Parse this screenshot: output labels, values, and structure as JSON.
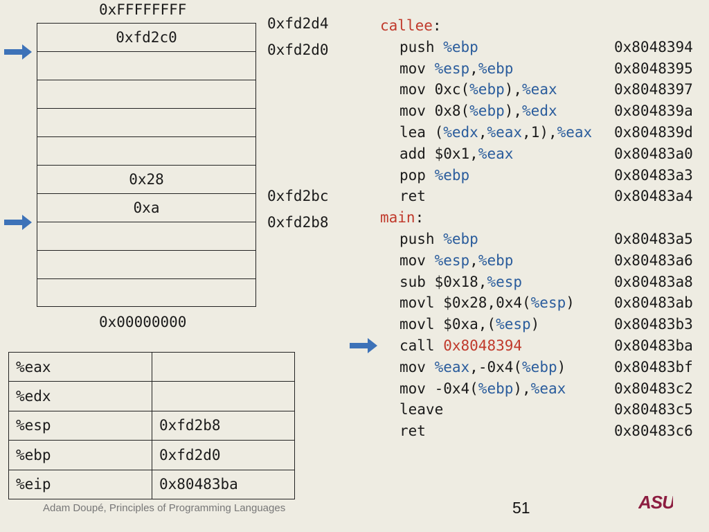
{
  "stack": {
    "top_label": "0xFFFFFFFF",
    "bottom_label": "0x00000000",
    "cells": [
      "0xfd2c0",
      "",
      "",
      "",
      "",
      "0x28",
      "0xa",
      "",
      "",
      ""
    ],
    "addresses": [
      {
        "text": "0xfd2d4"
      },
      {
        "text": "0xfd2d0"
      },
      {
        "text": "0xfd2bc"
      },
      {
        "text": "0xfd2b8"
      }
    ]
  },
  "registers": [
    {
      "name": "%eax",
      "value": ""
    },
    {
      "name": "%edx",
      "value": ""
    },
    {
      "name": "%esp",
      "value": "0xfd2b8"
    },
    {
      "name": "%ebp",
      "value": "0xfd2d0"
    },
    {
      "name": "%eip",
      "value": "0x80483ba"
    }
  ],
  "code": [
    {
      "label": "callee",
      "addr": ""
    },
    {
      "op": "push",
      "parts": [
        " ",
        {
          "r": "%ebp"
        }
      ],
      "addr": "0x8048394"
    },
    {
      "op": "mov",
      "parts": [
        " ",
        {
          "r": "%esp"
        },
        ",",
        {
          "r": "%ebp"
        }
      ],
      "addr": "0x8048395"
    },
    {
      "op": "mov",
      "parts": [
        " 0xc(",
        {
          "r": "%ebp"
        },
        "),",
        {
          "r": "%eax"
        }
      ],
      "addr": "0x8048397"
    },
    {
      "op": "mov",
      "parts": [
        " 0x8(",
        {
          "r": "%ebp"
        },
        "),",
        {
          "r": "%edx"
        }
      ],
      "addr": "0x804839a"
    },
    {
      "op": "lea",
      "parts": [
        " (",
        {
          "r": "%edx"
        },
        ",",
        {
          "r": "%eax"
        },
        ",1),",
        {
          "r": "%eax"
        }
      ],
      "addr": "0x804839d"
    },
    {
      "op": "add",
      "parts": [
        " $0x1,",
        {
          "r": "%eax"
        }
      ],
      "addr": "0x80483a0"
    },
    {
      "op": "pop",
      "parts": [
        " ",
        {
          "r": "%ebp"
        }
      ],
      "addr": "0x80483a3"
    },
    {
      "op": "ret",
      "parts": [],
      "addr": "0x80483a4"
    },
    {
      "label": "main",
      "addr": ""
    },
    {
      "op": "push",
      "parts": [
        " ",
        {
          "r": "%ebp"
        }
      ],
      "addr": "0x80483a5"
    },
    {
      "op": "mov",
      "parts": [
        " ",
        {
          "r": "%esp"
        },
        ",",
        {
          "r": "%ebp"
        }
      ],
      "addr": "0x80483a6"
    },
    {
      "op": "sub",
      "parts": [
        " $0x18,",
        {
          "r": "%esp"
        }
      ],
      "addr": "0x80483a8"
    },
    {
      "op": "movl",
      "parts": [
        " $0x28,0x4(",
        {
          "r": "%esp"
        },
        ")"
      ],
      "addr": "0x80483ab"
    },
    {
      "op": "movl",
      "parts": [
        " $0xa,(",
        {
          "r": "%esp"
        },
        ")"
      ],
      "addr": "0x80483b3"
    },
    {
      "op": "call",
      "parts": [
        " ",
        {
          "c": "0x8048394"
        }
      ],
      "addr": "0x80483ba"
    },
    {
      "op": "mov",
      "parts": [
        " ",
        {
          "r": "%eax"
        },
        ",-0x4(",
        {
          "r": "%ebp"
        },
        ")"
      ],
      "addr": "0x80483bf"
    },
    {
      "op": "mov",
      "parts": [
        " -0x4(",
        {
          "r": "%ebp"
        },
        "),",
        {
          "r": "%eax"
        }
      ],
      "addr": "0x80483c2"
    },
    {
      "op": "leave",
      "parts": [],
      "addr": "0x80483c5"
    },
    {
      "op": "ret",
      "parts": [],
      "addr": "0x80483c6"
    }
  ],
  "footer": {
    "author": "Adam Doupé, Principles of Programming Languages",
    "page": "51",
    "logo_text": "ASU"
  },
  "colors": {
    "arrow": "#3d72b8",
    "label": "#c0392b",
    "register": "#2a5c9c",
    "logo": "#8c1d40"
  },
  "icons": [
    "arrow-right-icon",
    "asu-logo"
  ]
}
